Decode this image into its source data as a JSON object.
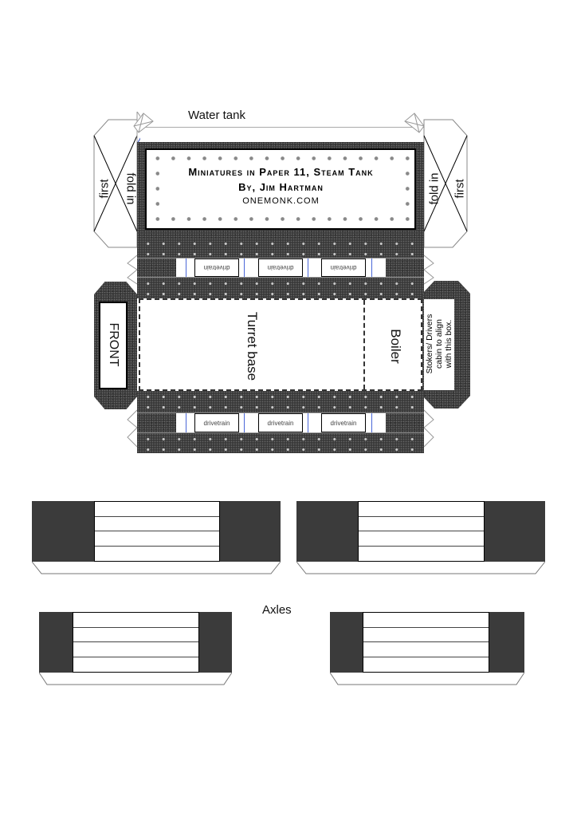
{
  "labels": {
    "water_tank": "Water tank",
    "fold_in": "fold in",
    "first": "first",
    "front": "FRONT",
    "turret_base": "Turret base",
    "boiler": "Boiler",
    "stokers_note": [
      "Stokers/ Drivers",
      "cabin to align",
      "with this box."
    ],
    "axles": "Axles",
    "drivetrain": "drivetrain"
  },
  "title_plate": {
    "line1": "Miniatures in Paper 11, Steam Tank",
    "line2": "By, Jim Hartman",
    "line3": "ONEMONK.COM"
  },
  "colors": {
    "dark_panel": "#3b3b3b",
    "fold_line": "#4a67d8"
  }
}
